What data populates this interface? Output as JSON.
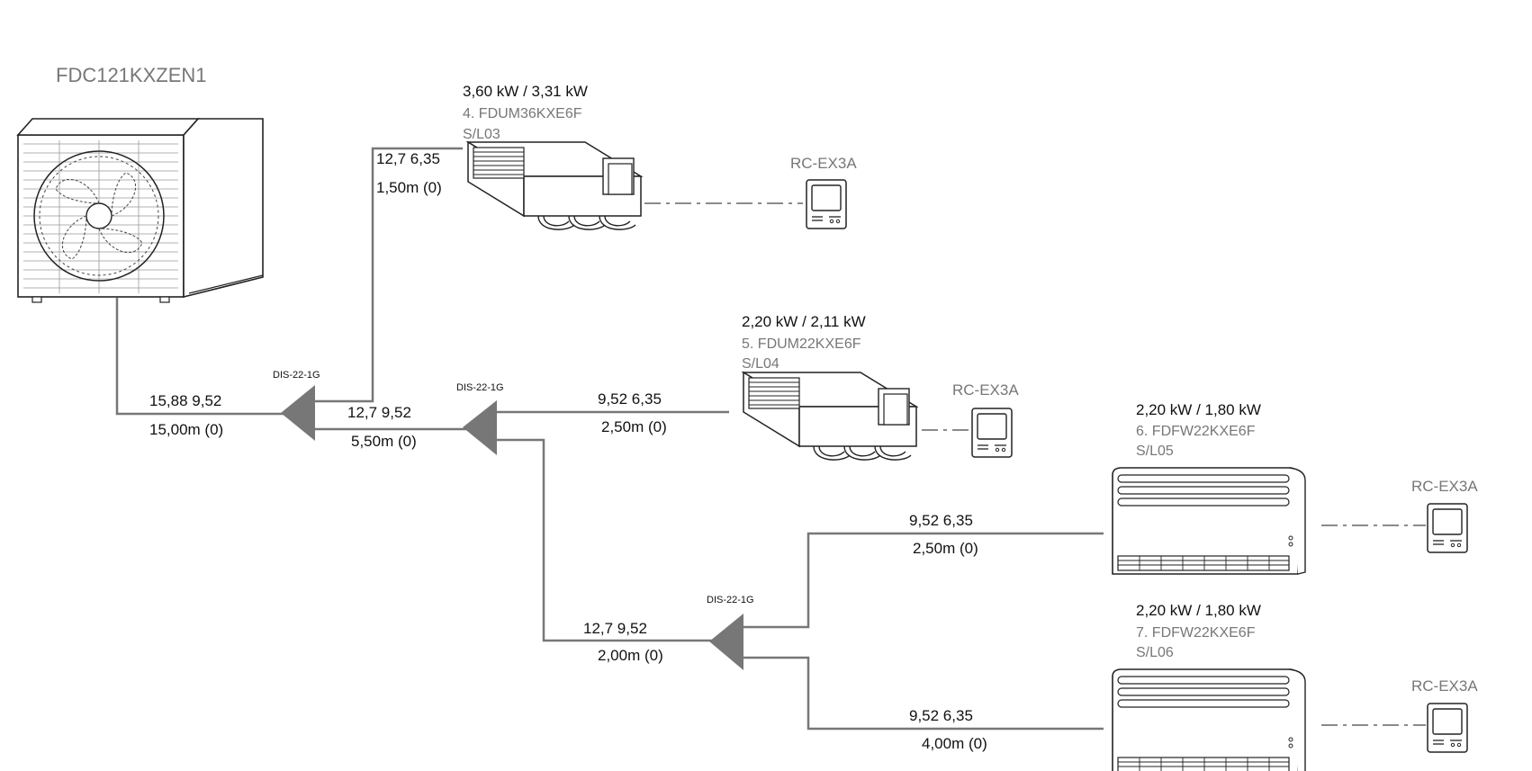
{
  "outdoor_unit": {
    "model": "FDC121KXZEN1"
  },
  "branches": [
    {
      "id": "b1",
      "label": "DIS-22-1G"
    },
    {
      "id": "b2",
      "label": "DIS-22-1G"
    },
    {
      "id": "b3",
      "label": "DIS-22-1G"
    }
  ],
  "pipes": [
    {
      "id": "p-main",
      "diameters": "15,88  9,52",
      "length": "15,00m (0)"
    },
    {
      "id": "p-u4",
      "diameters": "12,7  6,35",
      "length": "1,50m (0)"
    },
    {
      "id": "p-b1b2",
      "diameters": "12,7  9,52",
      "length": "5,50m (0)"
    },
    {
      "id": "p-u5",
      "diameters": "9,52  6,35",
      "length": "2,50m (0)"
    },
    {
      "id": "p-b2b3",
      "diameters": "12,7  9,52",
      "length": "2,00m (0)"
    },
    {
      "id": "p-u6",
      "diameters": "9,52  6,35",
      "length": "2,50m (0)"
    },
    {
      "id": "p-u7",
      "diameters": "9,52  6,35",
      "length": "4,00m (0)"
    }
  ],
  "indoor_units": [
    {
      "id": "u4",
      "capacity": "3,60 kW / 3,31 kW",
      "model": "4. FDUM36KXE6F",
      "line": "S/L03",
      "controller": "RC-EX3A"
    },
    {
      "id": "u5",
      "capacity": "2,20 kW / 2,11 kW",
      "model": "5. FDUM22KXE6F",
      "line": "S/L04",
      "controller": "RC-EX3A"
    },
    {
      "id": "u6",
      "capacity": "2,20 kW / 1,80 kW",
      "model": "6. FDFW22KXE6F",
      "line": "S/L05",
      "controller": "RC-EX3A"
    },
    {
      "id": "u7",
      "capacity": "2,20 kW / 1,80 kW",
      "model": "7. FDFW22KXE6F",
      "line": "S/L06",
      "controller": "RC-EX3A"
    }
  ],
  "colors": {
    "pipe": "#777777",
    "text": "#111111",
    "secondary_text": "#777777"
  }
}
